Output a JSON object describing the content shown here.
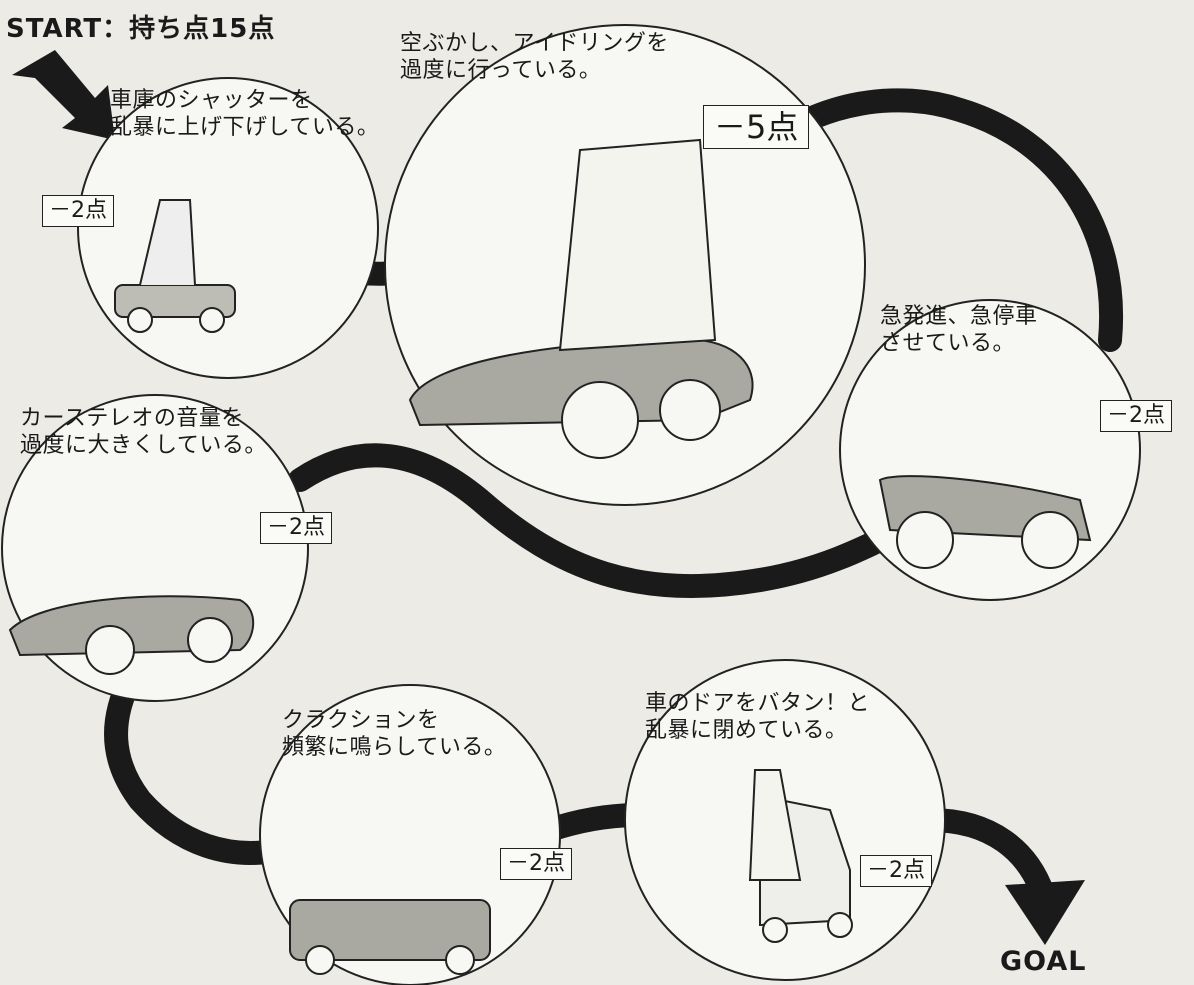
{
  "start_label": "START：持ち点15点",
  "goal_label": "GOAL",
  "scenes": [
    {
      "id": "shutter",
      "caption": "車庫のシャッターを\n乱暴に上げ下げしている。",
      "penalty": "－2点"
    },
    {
      "id": "idling",
      "caption": "空ぶかし、アイドリングを\n過度に行っている。",
      "penalty": "－5点"
    },
    {
      "id": "sudden-start",
      "caption": "急発進、急停車\nさせている。",
      "penalty": "－2点"
    },
    {
      "id": "stereo",
      "caption": "カーステレオの音量を\n過度に大きくしている。",
      "penalty": "－2点"
    },
    {
      "id": "horn",
      "caption": "クラクションを\n頻繁に鳴らしている。",
      "penalty": "－2点"
    },
    {
      "id": "door",
      "caption": "車のドアをバタン！と\n乱暴に閉めている。",
      "penalty": "－2点"
    }
  ],
  "colors": {
    "path": "#1a1a1a",
    "paper": "#ecebe6",
    "circle_fill": "#f7f7f3"
  }
}
